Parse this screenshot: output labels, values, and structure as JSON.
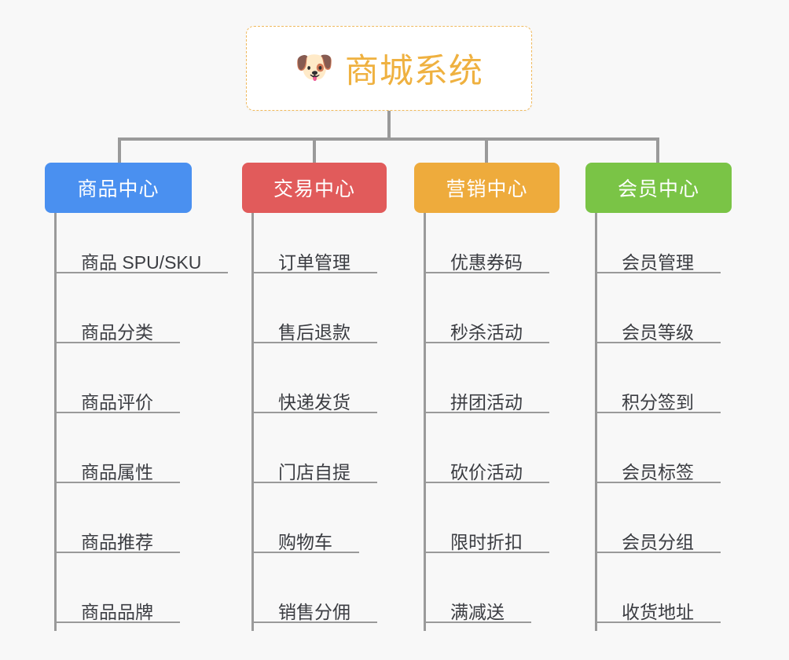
{
  "background_color": "#f8f8f8",
  "root": {
    "emoji": "dog-face-emoji",
    "emoji_glyph": "🐶",
    "title": "商城系统",
    "color": "#efb140",
    "border_color": "#f0b95c"
  },
  "branches": [
    {
      "title": "商品中心",
      "color": "#4a90f0",
      "items": [
        "商品 SPU/SKU",
        "商品分类",
        "商品评价",
        "商品属性",
        "商品推荐",
        "商品品牌"
      ]
    },
    {
      "title": "交易中心",
      "color": "#e15b5b",
      "items": [
        "订单管理",
        "售后退款",
        "快递发货",
        "门店自提",
        "购物车",
        "销售分佣"
      ]
    },
    {
      "title": "营销中心",
      "color": "#eeab3c",
      "items": [
        "优惠券码",
        "秒杀活动",
        "拼团活动",
        "砍价活动",
        "限时折扣",
        "满减送"
      ]
    },
    {
      "title": "会员中心",
      "color": "#7ac446",
      "items": [
        "会员管理",
        "会员等级",
        "积分签到",
        "会员标签",
        "会员分组",
        "收货地址"
      ]
    }
  ]
}
